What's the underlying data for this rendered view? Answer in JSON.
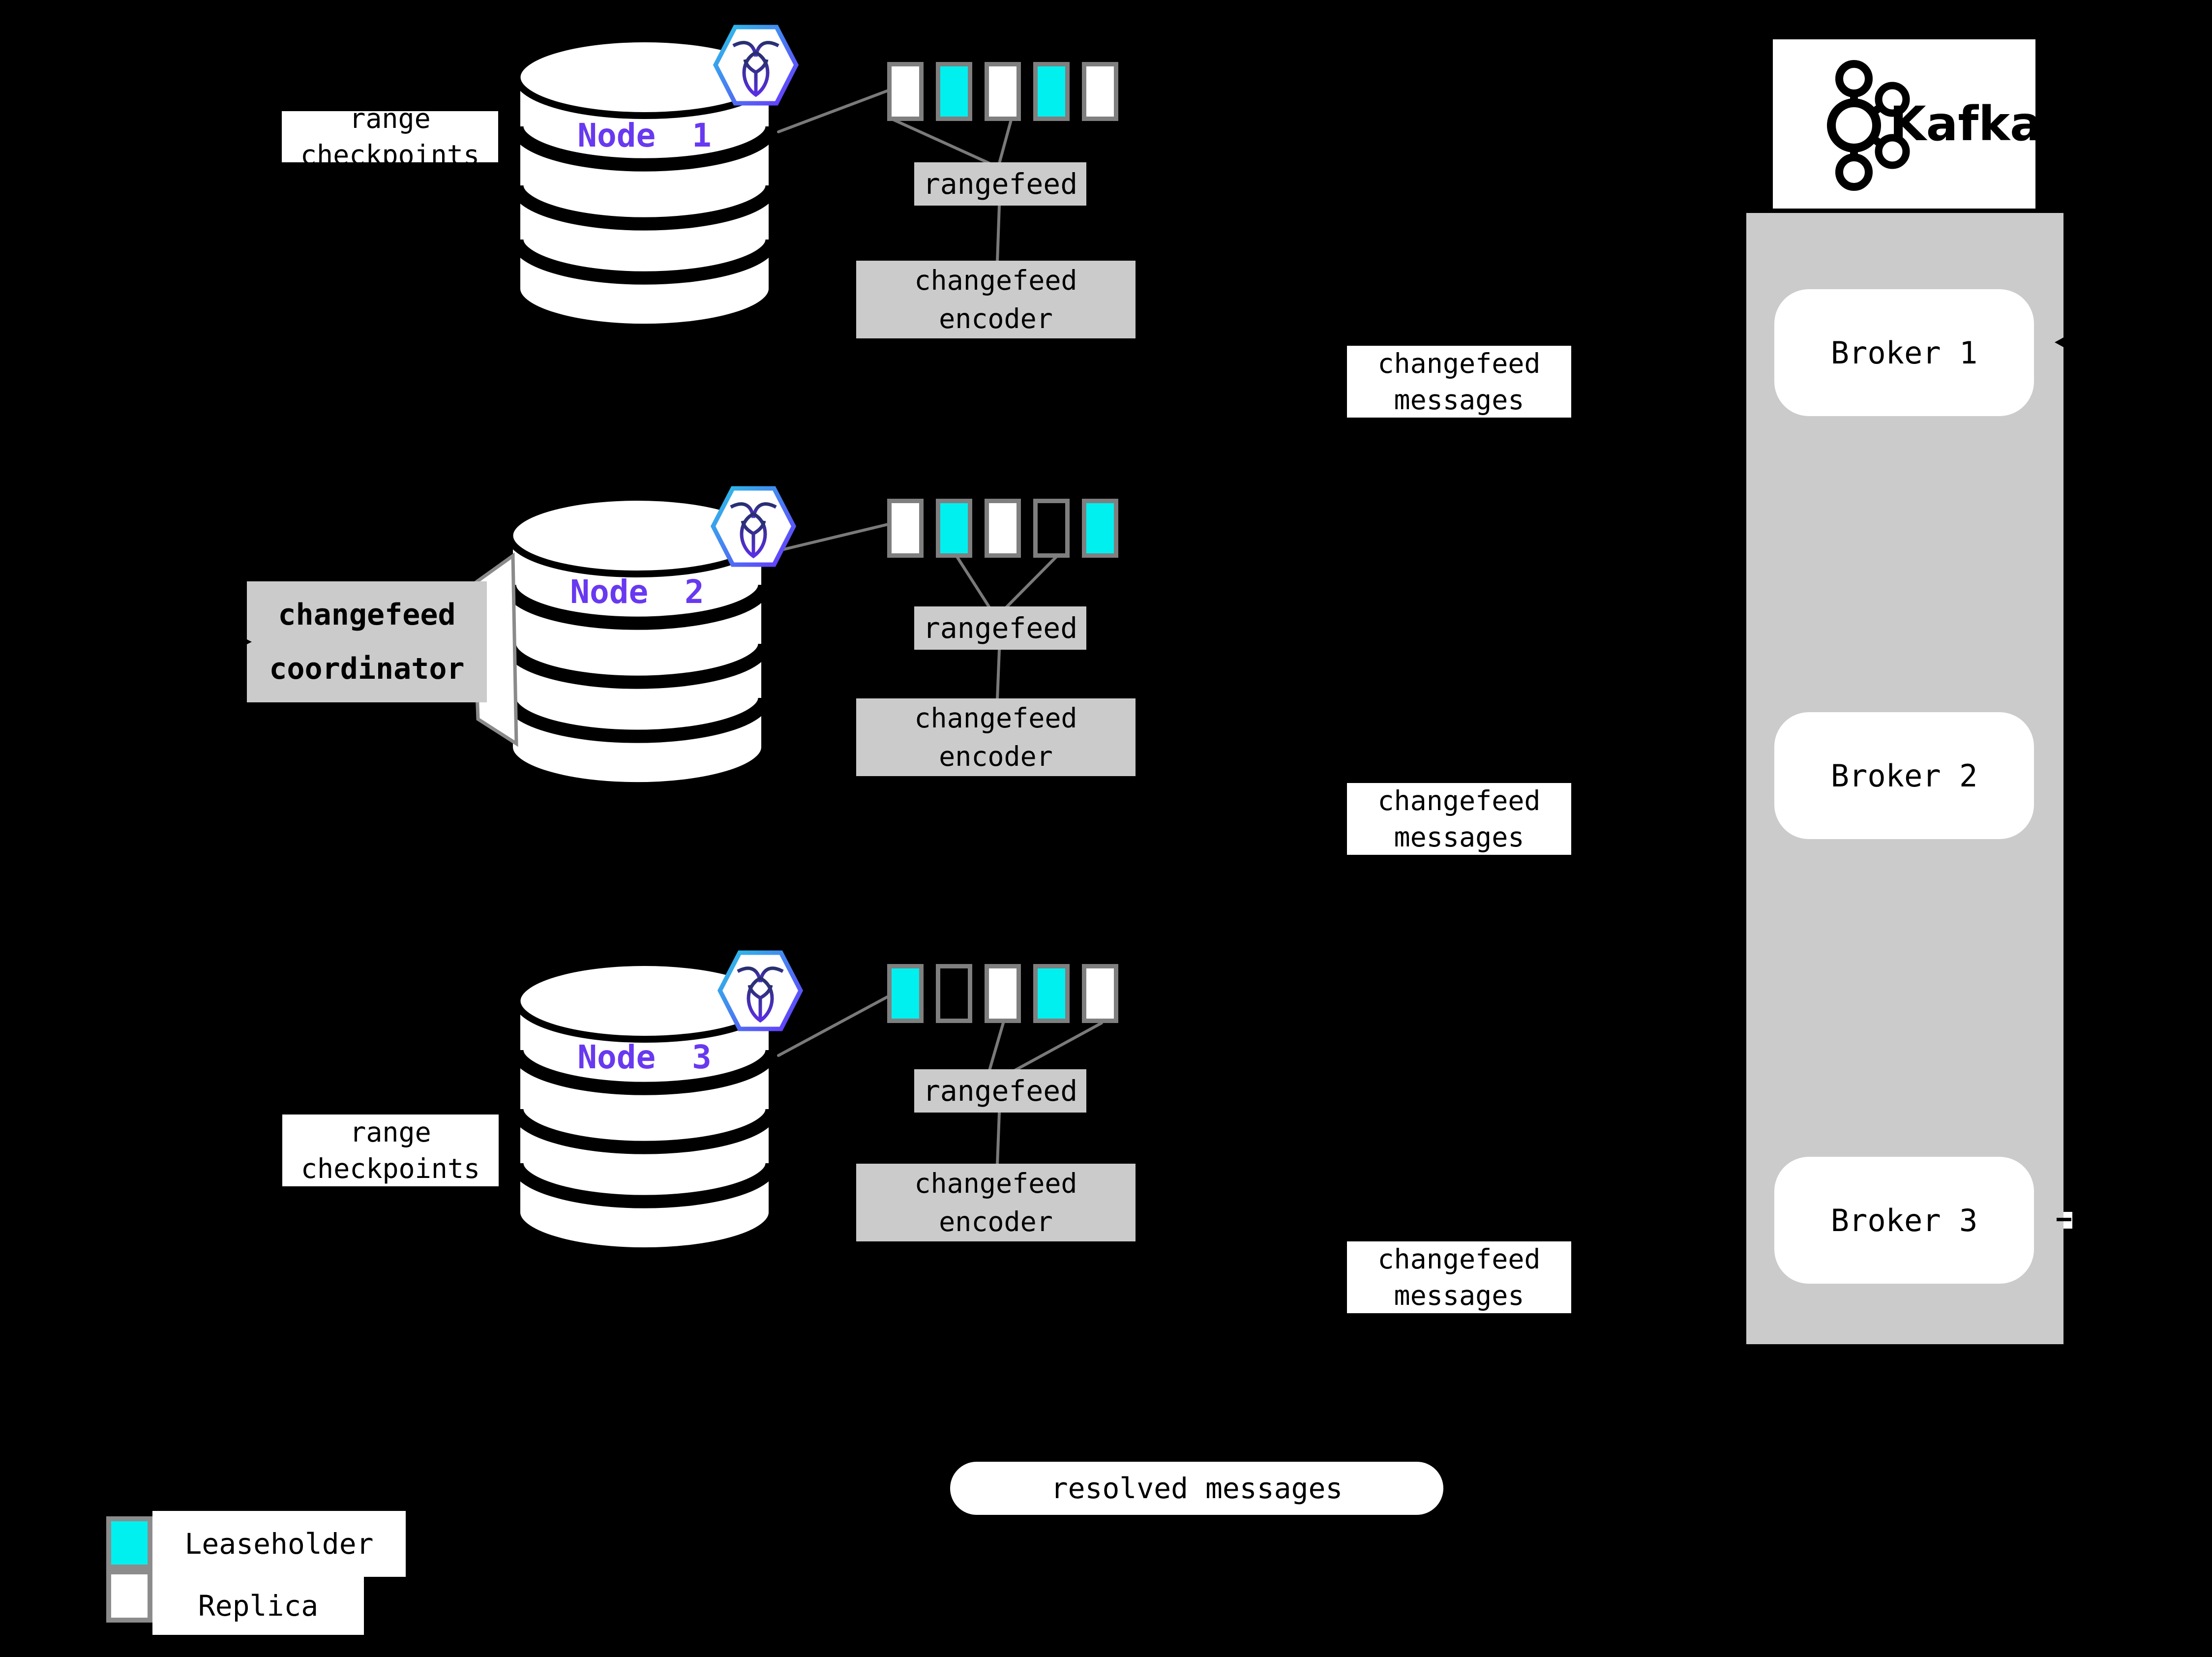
{
  "colors": {
    "background": "#000000",
    "leaseholder_fill": "#00efef",
    "replica_fill": "#ffffff",
    "empty_fill": "#000000",
    "node_label_purple": "#6839f0",
    "box_gray": "#cbcbcb",
    "kafka_panel_gray": "#cbcbcb",
    "connector_gray": "#7a7a7a",
    "square_border_gray": "#7f7f7f",
    "logo_gradient_start": "#29c5e6",
    "logo_gradient_end": "#6933ff"
  },
  "rows": [
    {
      "node": "Node 1",
      "side_label": {
        "lines": [
          "range",
          "checkpoints"
        ]
      },
      "ranges": [
        "sq replica",
        "sq leaseholder",
        "sq replica",
        "sq leaseholder",
        "sq replica"
      ],
      "rangefeed": "rangefeed",
      "encoder": {
        "lines": [
          "changefeed",
          "encoder"
        ]
      },
      "messages": {
        "lines": [
          "changefeed",
          "messages"
        ]
      }
    },
    {
      "node": "Node 2",
      "coordinator": {
        "lines": [
          "changefeed",
          "coordinator"
        ]
      },
      "ranges": [
        "sq replica",
        "sq leaseholder",
        "sq replica",
        "sq empty",
        "sq leaseholder"
      ],
      "rangefeed": "rangefeed",
      "encoder": {
        "lines": [
          "changefeed",
          "encoder"
        ]
      },
      "messages": {
        "lines": [
          "changefeed",
          "messages"
        ]
      }
    },
    {
      "node": "Node 3",
      "side_label": {
        "lines": [
          "range",
          "checkpoints"
        ]
      },
      "ranges": [
        "sq leaseholder",
        "sq empty",
        "sq replica",
        "sq leaseholder",
        "sq replica"
      ],
      "rangefeed": "rangefeed",
      "encoder": {
        "lines": [
          "changefeed",
          "encoder"
        ]
      },
      "messages": {
        "lines": [
          "changefeed",
          "messages"
        ]
      }
    }
  ],
  "kafka": {
    "wordmark": "Kafka",
    "brokers": [
      "Broker 1",
      "Broker 2",
      "Broker 3"
    ]
  },
  "resolved_messages": "resolved messages",
  "legend": {
    "items": [
      {
        "label": "Leaseholder",
        "class": "legend-sq leaseholder"
      },
      {
        "label": "Replica",
        "class": "legend-sq replica"
      }
    ]
  }
}
